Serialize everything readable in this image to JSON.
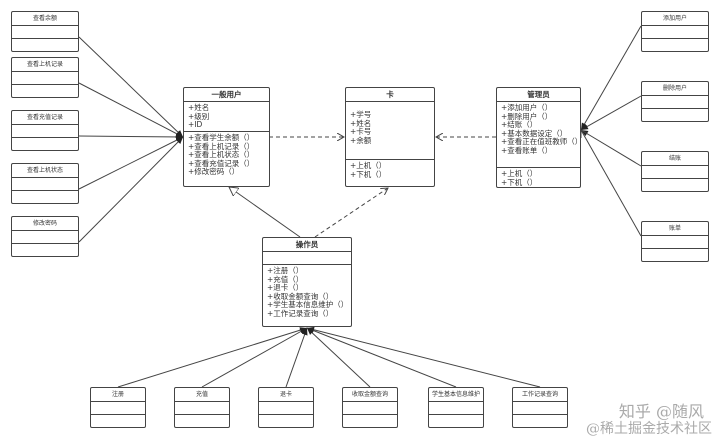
{
  "classes": {
    "user": {
      "name": "一般用户",
      "attributes": [
        "+姓名",
        "+级别",
        "+ID"
      ],
      "operations": [
        "+查看学生余额（）",
        "+查看上机记录（）",
        "+查看上机状态（）",
        "+查看充值记录（）",
        "+修改密码（）"
      ]
    },
    "card": {
      "name": "卡",
      "attributes": [
        "+学号",
        "+姓名",
        "+卡号",
        "+余额"
      ],
      "operations": [
        "+上机（）",
        "+下机（）"
      ]
    },
    "admin": {
      "name": "管理员",
      "attributes": [
        "+添加用户（）",
        "+删除用户（）",
        "+结账（）",
        "+基本数据设定（）",
        "+查看正在值班教师（）",
        "+查看账单（）"
      ],
      "operations": [
        "+上机（）",
        "+下机（）"
      ]
    },
    "operator": {
      "name": "操作员",
      "attributes": [],
      "operations": [
        "+注册（）",
        "+充值（）",
        "+退卡（）",
        "+收取金额查询（）",
        "+学生基本信息维护（）",
        "+工作记录查询（）"
      ]
    }
  },
  "left_boxes": [
    "查看余额",
    "查看上机记录",
    "查看充值记录",
    "查看上机状态",
    "修改密码"
  ],
  "right_boxes": [
    "添加用户",
    "删除用户",
    "结账",
    "账单"
  ],
  "bottom_boxes": [
    "注册",
    "充值",
    "退卡",
    "收取金额查询",
    "学生基本信息维护",
    "工作记录查询"
  ],
  "watermark": {
    "line1": "知乎 @随风",
    "line2": "@稀土掘金技术社区"
  }
}
